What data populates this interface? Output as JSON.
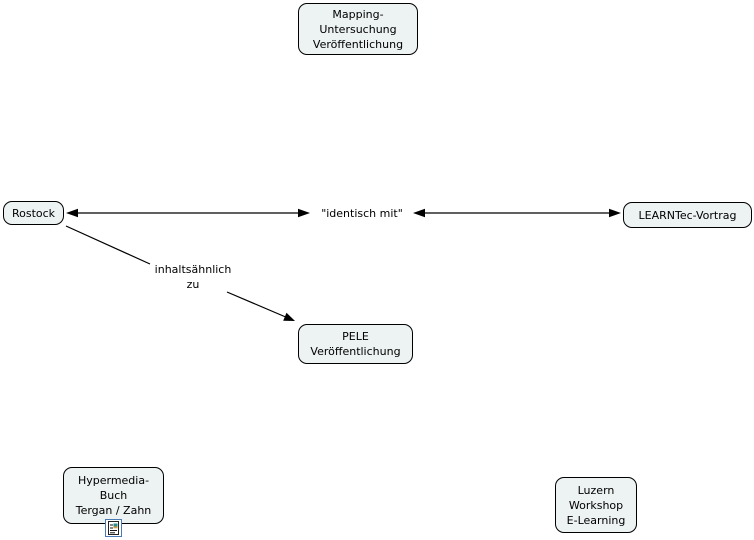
{
  "canvas": {
    "background": "#ffffff"
  },
  "colors": {
    "node_fill": "#edf2f2",
    "node_border": "#000000",
    "line": "#000000",
    "resource_icon_border": "#4a7ab5"
  },
  "nodes": {
    "mapping": {
      "label": "Mapping-\nUntersuchung\nVeröffentlichung"
    },
    "rostock": {
      "label": "Rostock"
    },
    "learntec": {
      "label": "LEARNTec-Vortrag"
    },
    "pele": {
      "label": "PELE\nVeröffentlichung"
    },
    "hypermedia": {
      "label": "Hypermedia-\nBuch\nTergan / Zahn"
    },
    "luzern": {
      "label": "Luzern\nWorkshop\nE-Learning"
    }
  },
  "links": {
    "identisch": {
      "label": "\"identisch mit\"",
      "style": "double-headed-arrow"
    },
    "inhalts": {
      "label": "inhaltsähnlich\nzu",
      "style": "single-headed-arrow"
    }
  },
  "icons": {
    "resource": "document-resource-icon"
  }
}
